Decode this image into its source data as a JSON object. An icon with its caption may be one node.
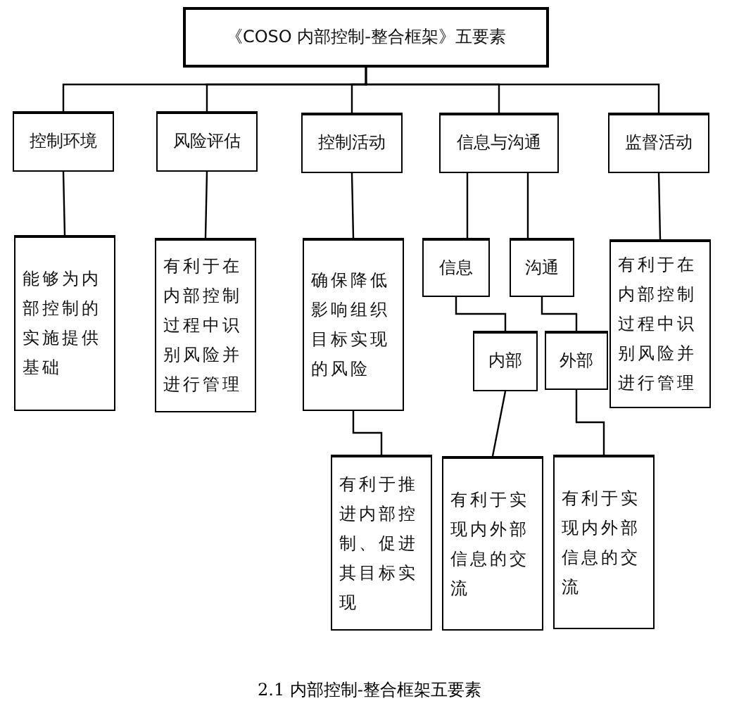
{
  "diagram": {
    "caption": "2.1 内部控制-整合框架五要素",
    "nodes": [
      {
        "text": [
          "《COSO 内部控制-整合框架》五要素"
        ]
      },
      {
        "text": [
          "控制环境"
        ]
      },
      {
        "text": [
          "风险评估"
        ]
      },
      {
        "text": [
          "控制活动"
        ]
      },
      {
        "text": [
          "信息与沟通"
        ]
      },
      {
        "text": [
          "监督活动"
        ]
      },
      {
        "text": [
          "能够为内部控制的实施提供基础"
        ]
      },
      {
        "text": [
          "有利于在内部控制过程中识别风险并进行管理"
        ]
      },
      {
        "text": [
          "确保降低影响组织目标实现的风险"
        ]
      },
      {
        "text": [
          "信息"
        ]
      },
      {
        "text": [
          "沟通"
        ]
      },
      {
        "text": [
          "有利于在内部控制过程中识别风险并进行管理"
        ]
      },
      {
        "text": [
          "内部"
        ]
      },
      {
        "text": [
          "外部"
        ]
      },
      {
        "text": [
          "有利于推进内部控制、促进其目标实现"
        ]
      },
      {
        "text": [
          "有利于实现内外部信息的交流"
        ]
      },
      {
        "text": [
          "有利于实现内外部信息的交流"
        ]
      }
    ],
    "edges": [
      {
        "from": 0,
        "to": 1,
        "arrow": "none"
      },
      {
        "from": 0,
        "to": 2,
        "arrow": "none"
      },
      {
        "from": 0,
        "to": 3,
        "arrow": "none"
      },
      {
        "from": 0,
        "to": 4,
        "arrow": "none"
      },
      {
        "from": 0,
        "to": 5,
        "arrow": "none"
      },
      {
        "from": 1,
        "to": 6,
        "arrow": "none"
      },
      {
        "from": 2,
        "to": 7,
        "arrow": "none"
      },
      {
        "from": 3,
        "to": 8,
        "arrow": "none"
      },
      {
        "from": 4,
        "to": 9,
        "arrow": "none"
      },
      {
        "from": 4,
        "to": 10,
        "arrow": "none"
      },
      {
        "from": 5,
        "to": 11,
        "arrow": "none"
      },
      {
        "from": 9,
        "to": 12,
        "arrow": "none"
      },
      {
        "from": 10,
        "to": 13,
        "arrow": "none"
      },
      {
        "from": 8,
        "to": 14,
        "arrow": "none"
      },
      {
        "from": 12,
        "to": 15,
        "arrow": "none"
      },
      {
        "from": 13,
        "to": 16,
        "arrow": "none"
      }
    ]
  }
}
